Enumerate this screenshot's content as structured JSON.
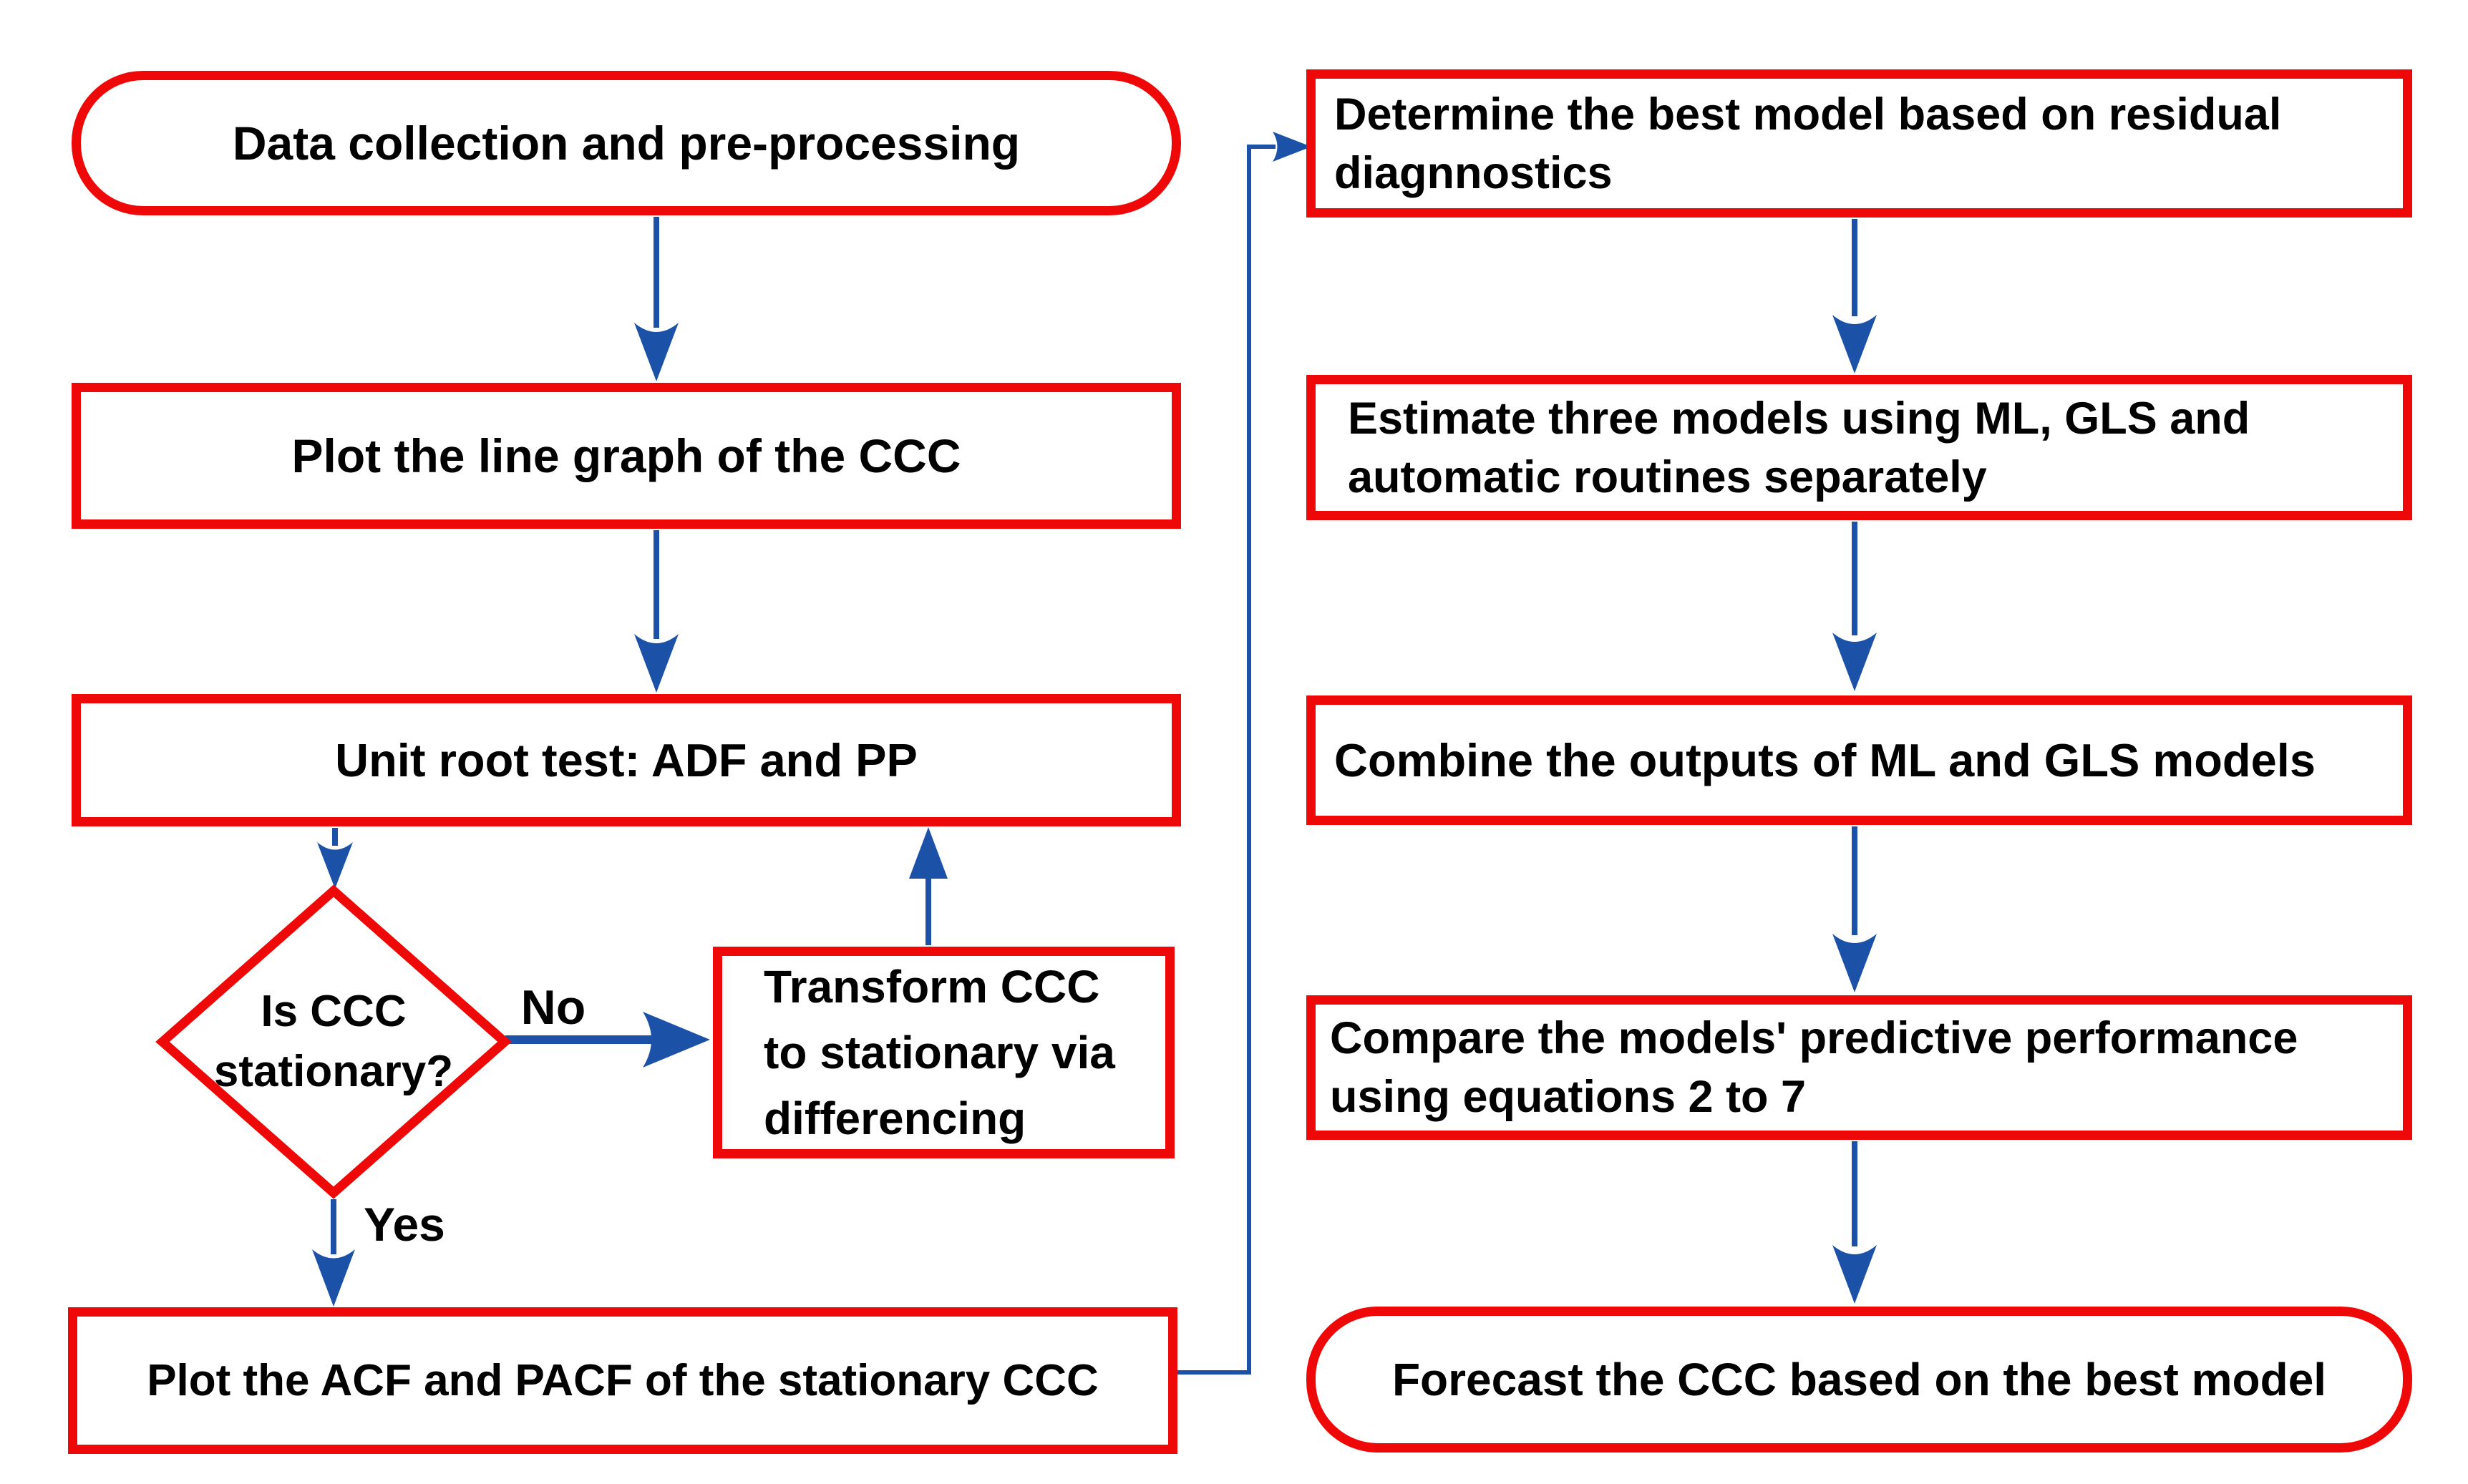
{
  "diagram": {
    "type": "flowchart",
    "background": "#ffffff",
    "colors": {
      "box_border": "#ee0808",
      "arrow": "#1b52a8",
      "text": "#000000"
    },
    "left_column": {
      "data_collection": {
        "shape": "rounded-rectangle",
        "label": "Data collection and pre-processing"
      },
      "plot_line_graph": {
        "shape": "rectangle",
        "label": "Plot the line graph of the CCC"
      },
      "unit_root_test": {
        "shape": "rectangle",
        "label": "Unit root test: ADF and PP"
      },
      "is_stationary": {
        "shape": "diamond",
        "line1": "Is CCC",
        "line2": "stationary?"
      },
      "transform_ccc": {
        "shape": "rectangle",
        "line1": "Transform CCC",
        "line2": "to stationary via",
        "line3": "differencing"
      },
      "plot_acf_pacf": {
        "shape": "rectangle",
        "label": "Plot the ACF and PACF of the stationary CCC"
      }
    },
    "edge_labels": {
      "no": "No",
      "yes": "Yes"
    },
    "right_column": {
      "determine_best_model": {
        "shape": "rectangle",
        "line1": "Determine the best model based on residual",
        "line2": "diagnnostics"
      },
      "estimate_models": {
        "shape": "rectangle",
        "line1": "Estimate three models using ML, GLS and",
        "line2": "automatic routines separately"
      },
      "combine_outputs": {
        "shape": "rectangle",
        "label": "Combine the outputs of ML and GLS models"
      },
      "compare_performance": {
        "shape": "rectangle",
        "line1": "Compare the models' predictive performance",
        "line2": "using equations 2 to 7"
      },
      "forecast_ccc": {
        "shape": "rounded-rectangle",
        "label": "Forecast the CCC based on the best model"
      }
    }
  }
}
